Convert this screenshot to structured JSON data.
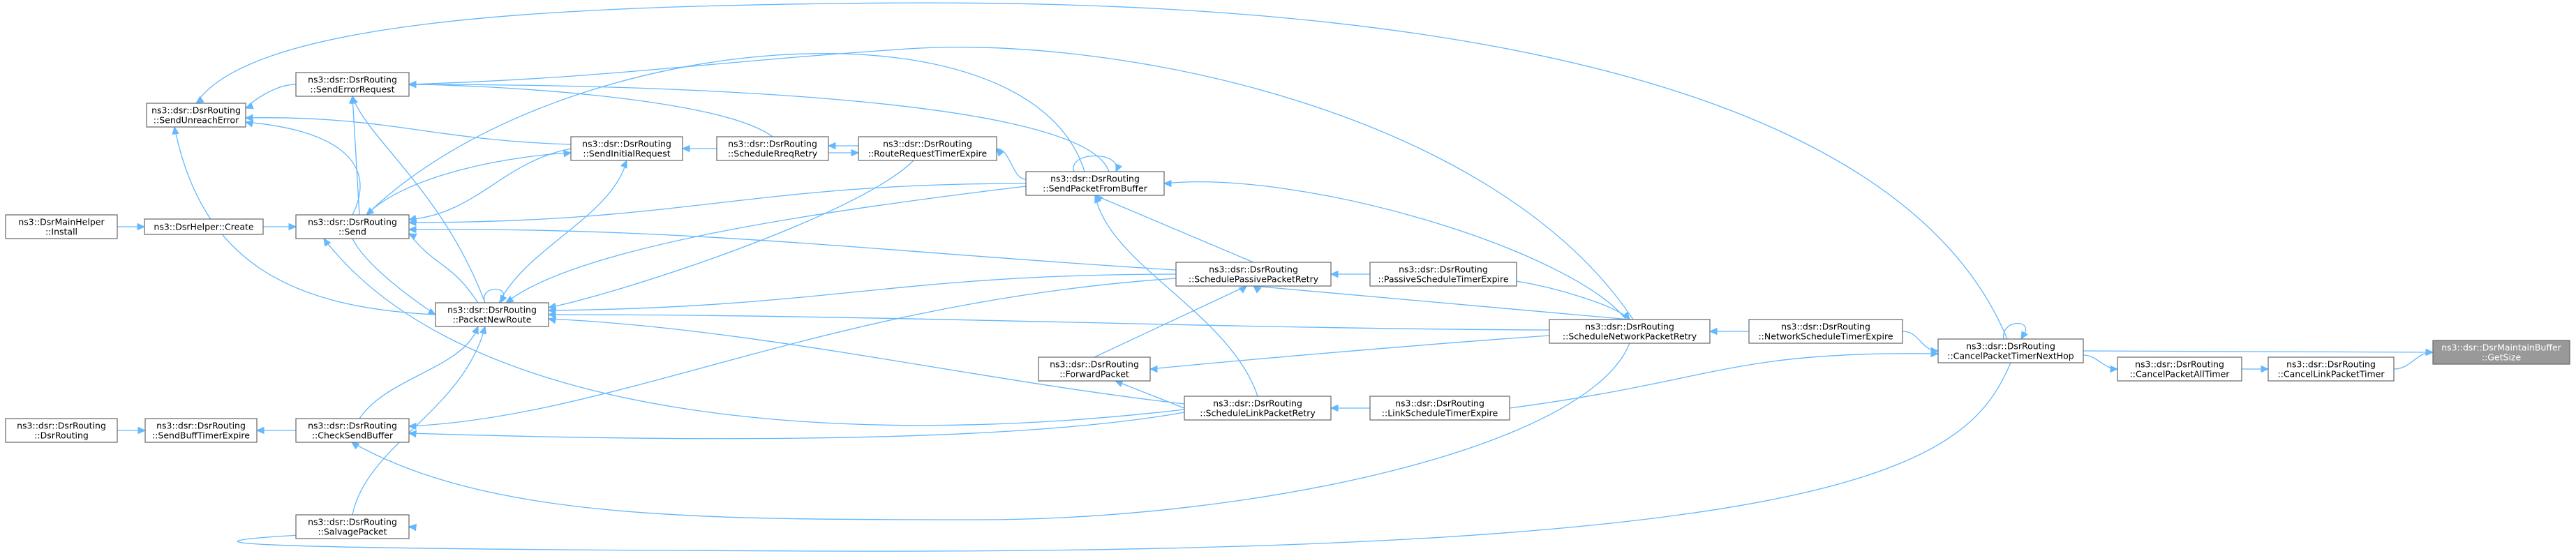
{
  "colors": {
    "edge": "#63b8ff",
    "node_border": "#666666",
    "root_fill": "#999999"
  },
  "nodes": {
    "getsize": [
      "ns3::dsr::DsrMaintainBuffer",
      "::GetSize"
    ],
    "cancellink": [
      "ns3::dsr::DsrRouting",
      "::CancelLinkPacketTimer"
    ],
    "cancelall": [
      "ns3::dsr::DsrRouting",
      "::CancelPacketAllTimer"
    ],
    "cancelnexthop": [
      "ns3::dsr::DsrRouting",
      "::CancelPacketTimerNextHop"
    ],
    "netsched": [
      "ns3::dsr::DsrRouting",
      "::NetworkScheduleTimerExpire"
    ],
    "schednet": [
      "ns3::dsr::DsrRouting",
      "::ScheduleNetworkPacketRetry"
    ],
    "passsched": [
      "ns3::dsr::DsrRouting",
      "::PassiveScheduleTimerExpire"
    ],
    "linksched": [
      "ns3::dsr::DsrRouting",
      "::LinkScheduleTimerExpire"
    ],
    "schedpass": [
      "ns3::dsr::DsrRouting",
      "::SchedulePassivePacketRetry"
    ],
    "schedlink": [
      "ns3::dsr::DsrRouting",
      "::ScheduleLinkPacketRetry"
    ],
    "forward": [
      "ns3::dsr::DsrRouting",
      "::ForwardPacket"
    ],
    "sendbuf": [
      "ns3::dsr::DsrRouting",
      "::SendPacketFromBuffer"
    ],
    "routereq": [
      "ns3::dsr::DsrRouting",
      "::RouteRequestTimerExpire"
    ],
    "schedrreq": [
      "ns3::dsr::DsrRouting",
      "::ScheduleRreqRetry"
    ],
    "sendinit": [
      "ns3::dsr::DsrRouting",
      "::SendInitialRequest"
    ],
    "senderr": [
      "ns3::dsr::DsrRouting",
      "::SendErrorRequest"
    ],
    "sendunreach": [
      "ns3::dsr::DsrRouting",
      "::SendUnreachError"
    ],
    "send": [
      "ns3::dsr::DsrRouting",
      "::Send"
    ],
    "packetnew": [
      "ns3::dsr::DsrRouting",
      "::PacketNewRoute"
    ],
    "checksend": [
      "ns3::dsr::DsrRouting",
      "::CheckSendBuffer"
    ],
    "salvage": [
      "ns3::dsr::DsrRouting",
      "::SalvagePacket"
    ],
    "sendbufftimer": [
      "ns3::dsr::DsrRouting",
      "::SendBuffTimerExpire"
    ],
    "dsrrouting": [
      "ns3::dsr::DsrRouting",
      "::DsrRouting"
    ],
    "create": [
      "ns3::DsrHelper::Create"
    ],
    "install": [
      "ns3::DsrMainHelper",
      "::Install"
    ]
  }
}
